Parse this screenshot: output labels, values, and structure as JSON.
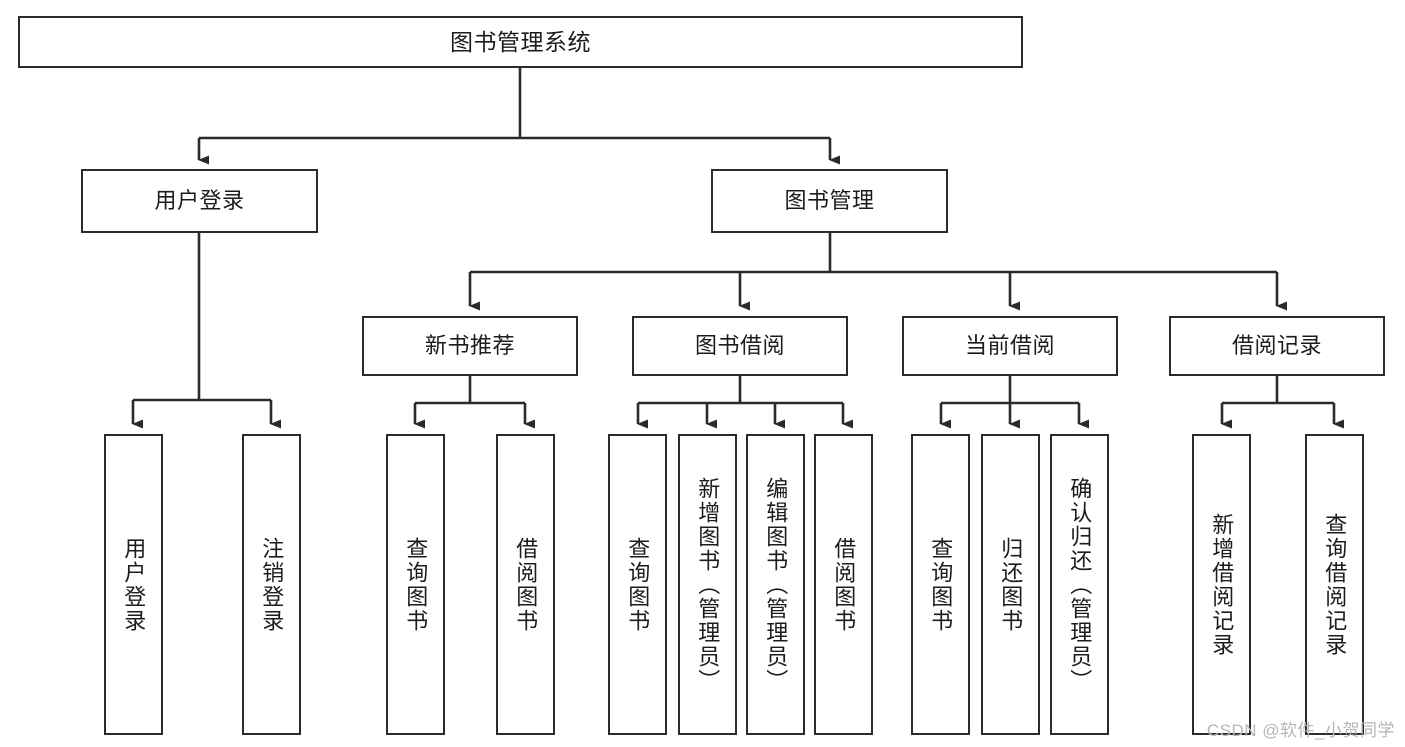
{
  "diagram": {
    "title": "图书管理系统",
    "watermark": "CSDN @软件_小贺同学",
    "line_color": "#2b2b2b",
    "box_fill": "#ffffff",
    "text_color": "#1c1c1c",
    "watermark_color": "#b6b6b6",
    "levels": {
      "root": {
        "label": "图书管理系统"
      },
      "level2": [
        {
          "id": "user-login",
          "label": "用户登录"
        },
        {
          "id": "book-manage",
          "label": "图书管理"
        }
      ],
      "level3": [
        {
          "id": "new-book-recommend",
          "label": "新书推荐"
        },
        {
          "id": "book-borrow",
          "label": "图书借阅"
        },
        {
          "id": "current-borrow",
          "label": "当前借阅"
        },
        {
          "id": "borrow-record",
          "label": "借阅记录"
        }
      ],
      "leaves": {
        "user-login": [
          {
            "id": "leaf-user-login",
            "label": "用户登录"
          },
          {
            "id": "leaf-logout-login",
            "label": "注销登录"
          }
        ],
        "new-book-recommend": [
          {
            "id": "leaf-query-book-1",
            "label": "查询图书"
          },
          {
            "id": "leaf-borrow-book-1",
            "label": "借阅图书"
          }
        ],
        "book-borrow": [
          {
            "id": "leaf-query-book-2",
            "label": "查询图书"
          },
          {
            "id": "leaf-add-book-admin",
            "label": "新增图书（管理员）"
          },
          {
            "id": "leaf-edit-book-admin",
            "label": "编辑图书（管理员）"
          },
          {
            "id": "leaf-borrow-book-2",
            "label": "借阅图书"
          }
        ],
        "current-borrow": [
          {
            "id": "leaf-query-book-3",
            "label": "查询图书"
          },
          {
            "id": "leaf-return-book",
            "label": "归还图书"
          },
          {
            "id": "leaf-confirm-return-admin",
            "label": "确认归还（管理员）"
          }
        ],
        "borrow-record": [
          {
            "id": "leaf-add-borrow-record",
            "label": "新增借阅记录"
          },
          {
            "id": "leaf-query-borrow-record",
            "label": "查询借阅记录"
          }
        ]
      }
    }
  }
}
